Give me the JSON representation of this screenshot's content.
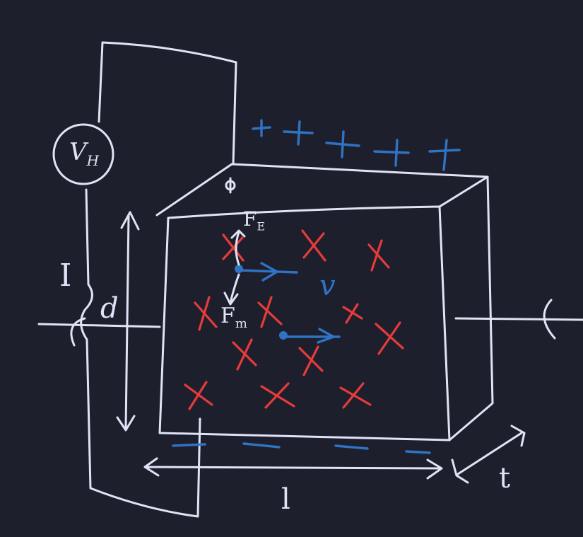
{
  "labels": {
    "voltmeter": "V",
    "voltmeter_sub": "H",
    "current": "I",
    "height": "d",
    "length": "l",
    "thickness": "t",
    "electric_force": "F",
    "electric_force_sub": "E",
    "magnetic_force": "F",
    "magnetic_force_sub": "m",
    "velocity": "v"
  },
  "colors": {
    "background": "#1e1f2c",
    "ink": "#dfe3f6",
    "field": "#e63b3b",
    "charge": "#2f73c4"
  }
}
